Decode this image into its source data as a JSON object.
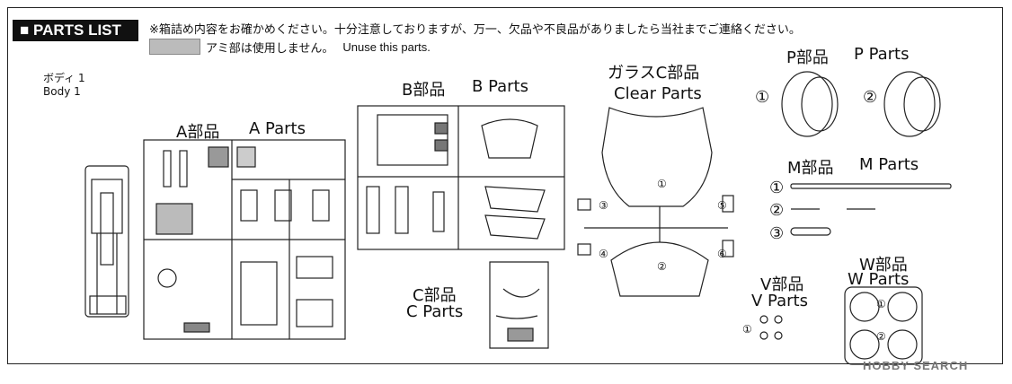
{
  "header": {
    "title": "■ PARTS LIST",
    "notice": "※箱詰め内容をお確かめください。十分注意しておりますが、万一、欠品や不良品がありましたら当社までご連絡ください。",
    "unuse_jp": "アミ部は使用しません。",
    "unuse_en": "Unuse this parts."
  },
  "body": {
    "jp": "ボディ 1",
    "en": "Body    1"
  },
  "sections": {
    "a": {
      "jp": "A部品",
      "en": "A  Parts"
    },
    "b": {
      "jp": "B部品",
      "en": "B  Parts"
    },
    "c": {
      "jp": "C部品",
      "en": "C  Parts"
    },
    "glass": {
      "jp": "ガラスC部品",
      "en": "Clear Parts"
    },
    "p": {
      "jp": "P部品",
      "en": "P  Parts"
    },
    "m": {
      "jp": "M部品",
      "en": "M  Parts"
    },
    "v": {
      "jp": "V部品",
      "en": "V  Parts"
    },
    "w": {
      "jp": "W部品",
      "en": "W  Parts"
    }
  },
  "part_numbers": {
    "p1": "①",
    "p2": "②",
    "m1": "①",
    "m2": "②",
    "m3": "③",
    "clear1": "①",
    "clear2": "②",
    "clear3": "③",
    "clear4": "④",
    "clear5": "⑤",
    "clear6": "⑥",
    "w1": "①",
    "w2": "②",
    "v1": "①"
  },
  "watermark": "HOBBY SEARCH"
}
